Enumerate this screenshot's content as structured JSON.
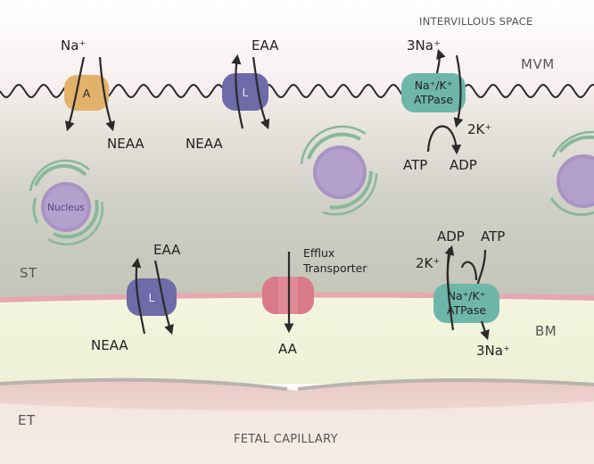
{
  "regions": {
    "intervillous": "INTERVILLOUS SPACE",
    "mvm": "MVM",
    "st": "ST",
    "bm": "BM",
    "et": "ET",
    "fetal": "FETAL CAPILLARY"
  },
  "nucleus": "Nucleus",
  "mvm_transporters": {
    "system_a": {
      "name": "A",
      "in": "Na⁺",
      "out": "NEAA"
    },
    "system_l": {
      "name": "L",
      "in": "NEAA",
      "out": "EAA"
    },
    "pump": {
      "name_line1": "Na⁺/K⁺",
      "name_line2": "ATPase",
      "na": "3Na⁺",
      "k": "2K⁺",
      "atp": "ATP",
      "adp": "ADP"
    }
  },
  "bm_transporters": {
    "system_l": {
      "name": "L",
      "in": "NEAA",
      "out": "EAA"
    },
    "efflux": {
      "name_line1": "Efflux",
      "name_line2": "Transporter",
      "aa": "AA"
    },
    "pump": {
      "name_line1": "Na⁺/K⁺",
      "name_line2": "ATPase",
      "na": "3Na⁺",
      "k": "2K⁺",
      "atp": "ATP",
      "adp": "ADP"
    }
  },
  "colors": {
    "system_a": "#e3b26a",
    "system_l": "#6f6aa8",
    "pump": "#6fb6aa",
    "efflux": "#d97a8a",
    "nucleus": "#a993c3",
    "membrane_fold": "#88b89a"
  }
}
